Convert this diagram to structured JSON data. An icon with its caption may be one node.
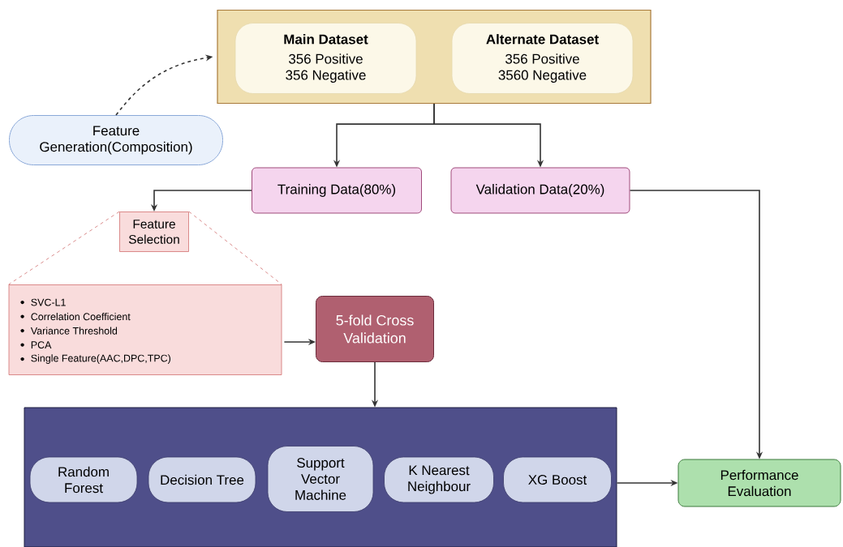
{
  "diagram": {
    "nodes": [
      {
        "text": [],
        "shape": "box"
      },
      {
        "text": [
          "Main Dataset",
          "356 Positive 356 Negative"
        ],
        "in": 0
      },
      {
        "text": [
          "Alternate Dataset",
          "356 Positive 3560 Negative"
        ],
        "in": 0
      },
      {
        "text": [
          "Feature Generation(Composition)"
        ]
      },
      {
        "text": [
          "Training Data(80%)"
        ]
      },
      {
        "text": [
          "Validation Data(20%)"
        ]
      },
      {
        "text": [
          "Feature Selection"
        ]
      },
      {
        "text": [
          "SVC-L1",
          "Correlation Coefficient",
          "Variance Threshold",
          "PCA",
          "Single Feature(AAC,DPC,TPC)"
        ]
      },
      {
        "text": [
          "5-fold Cross Validation"
        ]
      },
      {
        "text": [],
        "shape": "box"
      },
      {
        "text": [
          "Random Forest"
        ],
        "in": 9
      },
      {
        "text": [
          "Decision Tree"
        ],
        "in": 9
      },
      {
        "text": [
          "Support Vector Machine"
        ],
        "in": 9
      },
      {
        "text": [
          "K Nearest Neighbour"
        ],
        "in": 9
      },
      {
        "text": [
          "XG Boost"
        ],
        "in": 9
      },
      {
        "text": [
          "Performance Evaluation"
        ]
      }
    ],
    "edges": [
      {
        "from": 3,
        "to": 0,
        "arrow": "to",
        "style": "dashed"
      },
      {
        "from": 0,
        "to": 4,
        "arrow": "to"
      },
      {
        "from": 0,
        "to": 5,
        "arrow": "to"
      },
      {
        "from": 4,
        "to": 6,
        "arrow": "to"
      },
      {
        "from": 6,
        "to": 7,
        "arrow": "none",
        "style": "dashed",
        "color": "#d07070"
      },
      {
        "from": 6,
        "to": 7,
        "arrow": "none",
        "style": "dashed",
        "color": "#d07070"
      },
      {
        "from": 7,
        "to": 8,
        "arrow": "to"
      },
      {
        "from": 8,
        "to": 9,
        "arrow": "to"
      },
      {
        "from": 5,
        "to": 15,
        "arrow": "to"
      },
      {
        "from": 9,
        "to": 15,
        "arrow": "to"
      }
    ]
  }
}
